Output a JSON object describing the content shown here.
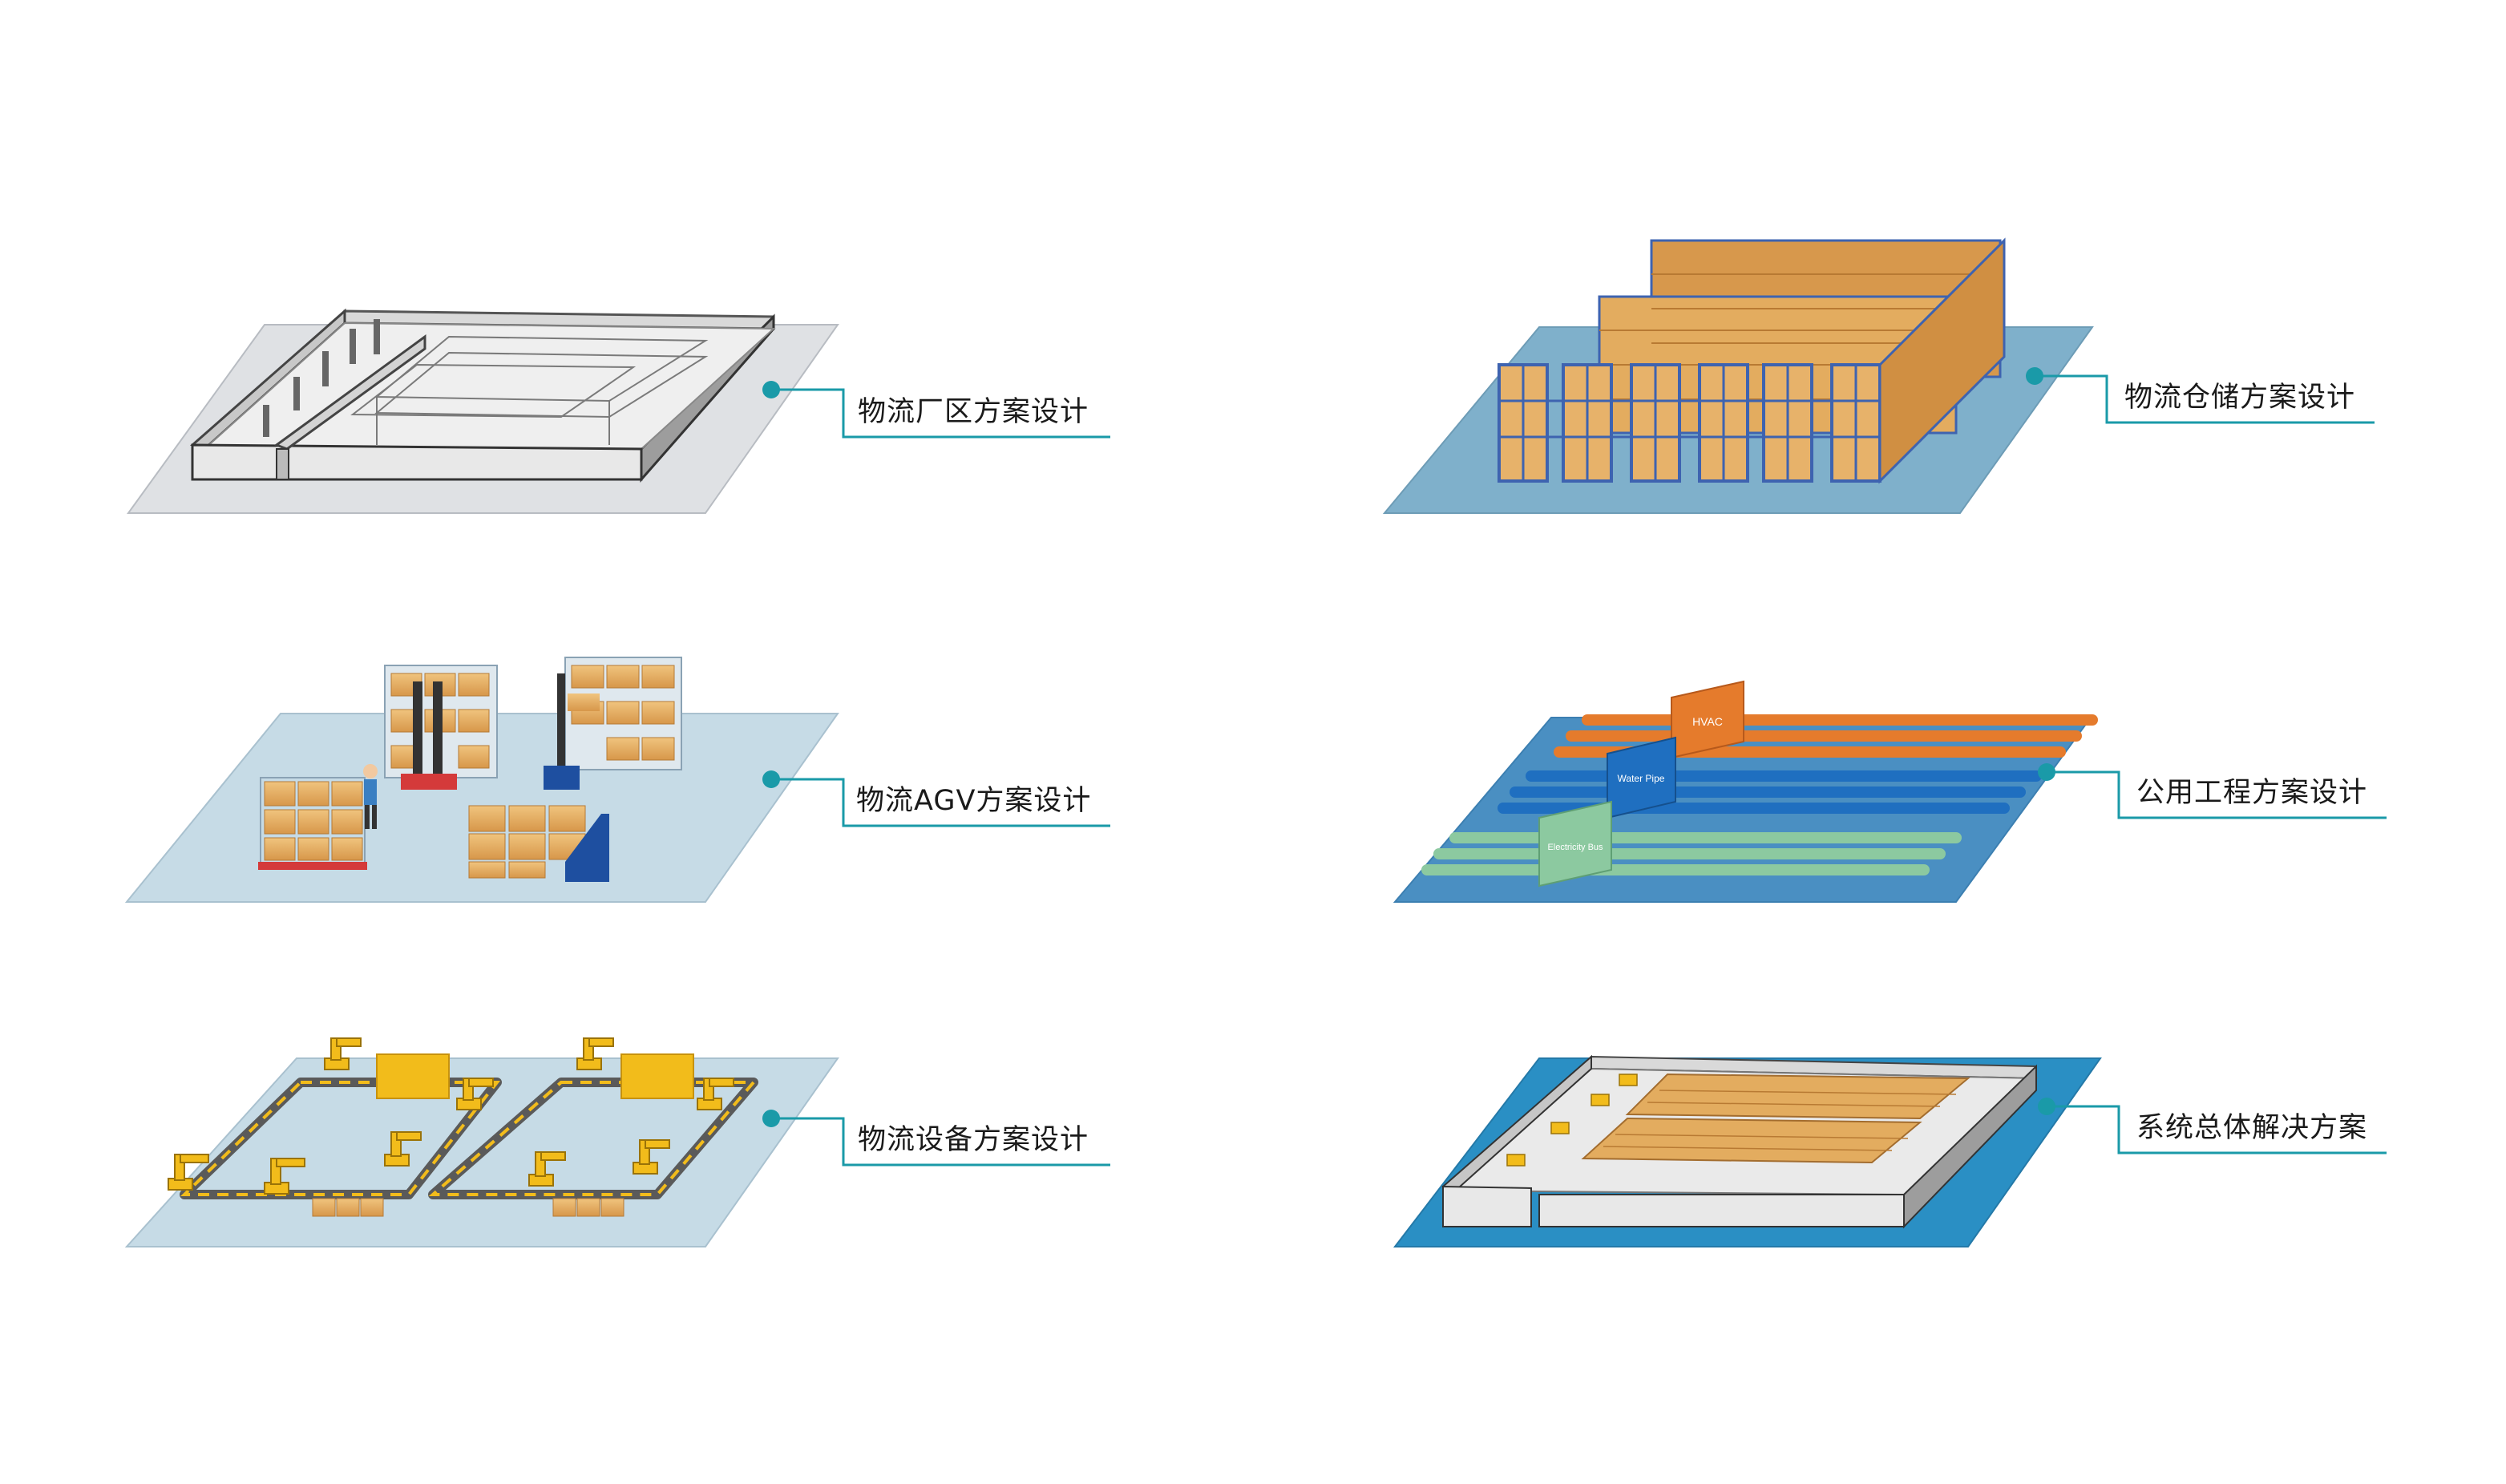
{
  "colors": {
    "accent_teal": "#1a9aa8",
    "plate_gray": "#dfe1e4",
    "plate_lightblue": "#c6dbe6",
    "plate_blue": "#7fb0cb",
    "plate_deepblue": "#2a8fc4",
    "box_tan": "#e3ac5f",
    "rack_blue": "#3e63b0",
    "robot_yellow": "#f2bc1b",
    "pipe_orange": "#e57b2c",
    "pipe_blue": "#1f6fc0",
    "pipe_green": "#8cc9a0"
  },
  "panels": [
    {
      "id": "logistics-park-design",
      "label": "物流厂区方案设计"
    },
    {
      "id": "agv-design",
      "label": "物流AGV方案设计"
    },
    {
      "id": "equipment-design",
      "label": "物流设备方案设计"
    },
    {
      "id": "warehouse-design",
      "label": "物流仓储方案设计"
    },
    {
      "id": "utility-design",
      "label": "公用工程方案设计"
    },
    {
      "id": "overall-solution",
      "label": "系统总体解决方案"
    }
  ],
  "utility_box_labels": {
    "hvac": "HVAC",
    "water": "Water Pipe",
    "electricity": "Electricity Bus"
  }
}
